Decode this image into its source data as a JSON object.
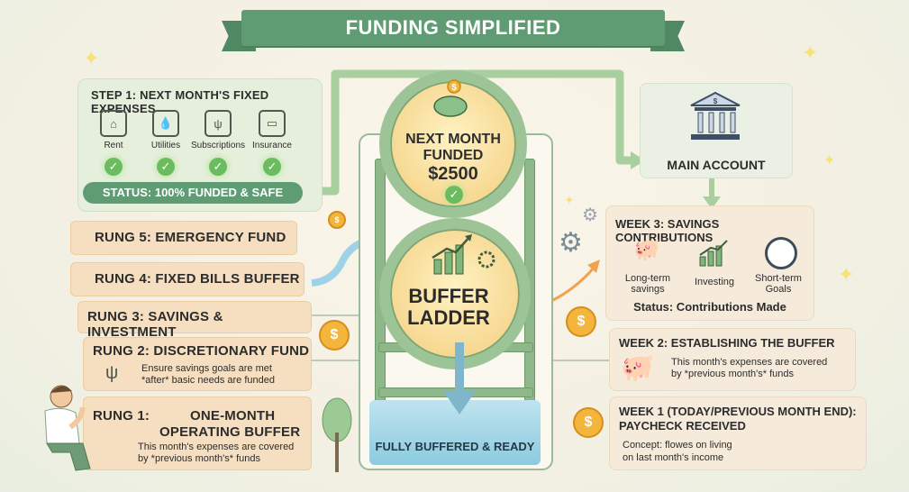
{
  "title": "FUNDING SIMPLIFIED",
  "step1": {
    "heading": "STEP 1: NEXT MONTH'S FIXED EXPENSES",
    "items": [
      {
        "label": "Rent",
        "icon": "house-icon"
      },
      {
        "label": "Utilities",
        "icon": "water-drop-icon"
      },
      {
        "label": "Subscriptions",
        "icon": "utensils-icon"
      },
      {
        "label": "Insurance",
        "icon": "car-icon"
      }
    ],
    "status": "STATUS: 100% FUNDED & SAFE"
  },
  "top_circle": {
    "line1": "NEXT MONTH",
    "line2": "FUNDED",
    "amount": "$2500"
  },
  "bottom_circle": {
    "line1": "BUFFER",
    "line2": "LADDER"
  },
  "water_label": "FULLY BUFFERED & READY",
  "rungs": {
    "r5": "RUNG 5: EMERGENCY FUND",
    "r4": "RUNG 4: FIXED BILLS BUFFER",
    "r3": "RUNG 3: SAVINGS & INVESTMENT",
    "r2": {
      "title": "RUNG 2: DISCRETIONARY FUND",
      "line1": "Ensure savings goals are met",
      "line2": "*after* basic needs are funded"
    },
    "r1": {
      "title_a": "RUNG 1:",
      "title_b": "ONE-MONTH",
      "title_c": "OPERATING BUFFER",
      "line1": "This month's expenses are covered",
      "line2": "by *previous month's* funds"
    }
  },
  "main_account": "MAIN ACCOUNT",
  "week3": {
    "heading": "WEEK 3: SAVINGS CONTRIBUTIONS",
    "items": [
      {
        "line1": "Long-term",
        "line2": "savings"
      },
      {
        "line1": "Investing",
        "line2": ""
      },
      {
        "line1": "Short-term",
        "line2": "Goals"
      }
    ],
    "status": "Status: Contributions Made"
  },
  "week2": {
    "heading": "WEEK 2: ESTABLISHING THE BUFFER",
    "line1": "This month's expenses are covered",
    "line2": "by *previous month's* funds"
  },
  "week1": {
    "heading_a": "WEEK 1 (TODAY/PREVIOUS MONTH END):",
    "heading_b": "PAYCHECK RECEIVED",
    "line1": "Concept: flowes on living",
    "line2": "on last month's income"
  },
  "coin_symbol": "$",
  "colors": {
    "green": "#5f9b73",
    "peach": "#f6dfc1",
    "gold": "#f3b53b",
    "check": "#6dbb5f"
  }
}
